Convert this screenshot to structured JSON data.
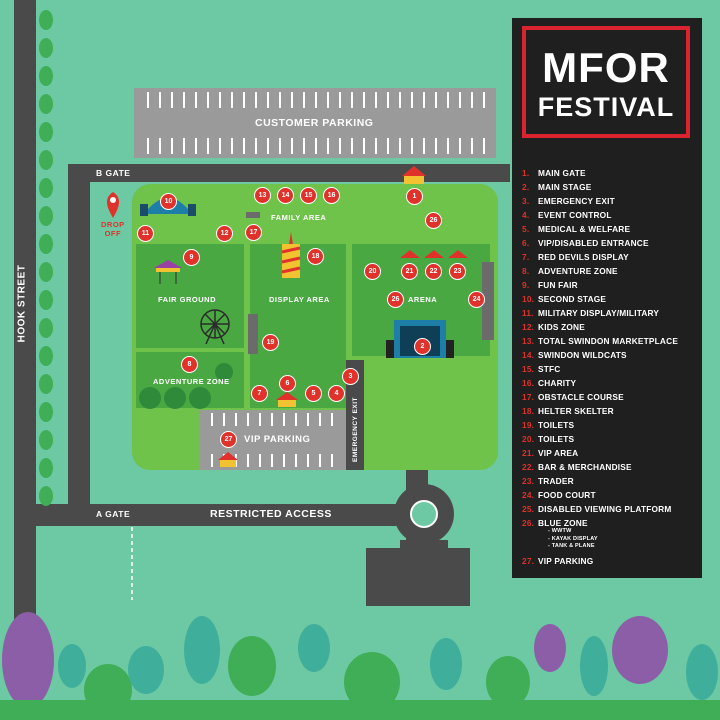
{
  "map": {
    "labels": {
      "hook_street": "HOOK STREET",
      "customer_parking": "CUSTOMER PARKING",
      "b_gate": "B GATE",
      "a_gate": "A GATE",
      "restricted_access": "RESTRICTED ACCESS",
      "drop_off": "DROP\nOFF",
      "family_area": "FAMILY AREA",
      "fair_ground": "FAIR GROUND",
      "display_area": "DISPLAY AREA",
      "arena": "ARENA",
      "adventure_zone": "ADVENTURE ZONE",
      "vip_parking": "VIP PARKING",
      "emergency_exit": "EMERGENCY EXIT"
    },
    "markers": [
      "1",
      "2",
      "3",
      "4",
      "5",
      "6",
      "7",
      "8",
      "9",
      "10",
      "11",
      "12",
      "13",
      "14",
      "15",
      "16",
      "17",
      "18",
      "19",
      "20",
      "21",
      "22",
      "23",
      "24",
      "26",
      "26",
      "27"
    ]
  },
  "legend": {
    "logo_line1": "MFOR",
    "logo_line2": "FESTIVAL",
    "items": [
      {
        "num": "1.",
        "label": "MAIN GATE"
      },
      {
        "num": "2.",
        "label": "MAIN STAGE"
      },
      {
        "num": "3.",
        "label": "EMERGENCY EXIT"
      },
      {
        "num": "4.",
        "label": "EVENT CONTROL"
      },
      {
        "num": "5.",
        "label": "MEDICAL & WELFARE"
      },
      {
        "num": "6.",
        "label": "VIP/DISABLED ENTRANCE"
      },
      {
        "num": "7.",
        "label": "RED DEVILS DISPLAY"
      },
      {
        "num": "8.",
        "label": "ADVENTURE ZONE"
      },
      {
        "num": "9.",
        "label": "FUN FAIR"
      },
      {
        "num": "10.",
        "label": "SECOND STAGE"
      },
      {
        "num": "11.",
        "label": "MILITARY DISPLAY/MILITARY"
      },
      {
        "num": "12.",
        "label": "KIDS ZONE"
      },
      {
        "num": "13.",
        "label": "TOTAL SWINDON MARKETPLACE"
      },
      {
        "num": "14.",
        "label": "SWINDON WILDCATS"
      },
      {
        "num": "15.",
        "label": "STFC"
      },
      {
        "num": "16.",
        "label": "CHARITY"
      },
      {
        "num": "17.",
        "label": "OBSTACLE COURSE"
      },
      {
        "num": "18.",
        "label": "HELTER SKELTER"
      },
      {
        "num": "19.",
        "label": "TOILETS"
      },
      {
        "num": "20.",
        "label": "TOILETS"
      },
      {
        "num": "21.",
        "label": "VIP AREA"
      },
      {
        "num": "22.",
        "label": "BAR & MERCHANDISE"
      },
      {
        "num": "23.",
        "label": "TRADER"
      },
      {
        "num": "24.",
        "label": "FOOD COURT"
      },
      {
        "num": "25.",
        "label": "DISABLED VIEWING PLATFORM"
      },
      {
        "num": "26.",
        "label": "BLUE ZONE",
        "subs": [
          "- WWTW",
          "- KAYAK DISPLAY",
          "- TANK & PLANE"
        ]
      },
      {
        "num": "27.",
        "label": "VIP PARKING"
      }
    ]
  },
  "colors": {
    "background": "#6cc9a3",
    "grass": "#6fc24a",
    "zone": "#4aa843",
    "road": "#4a4a4a",
    "parking": "#9a9a9a",
    "marker": "#e0312b",
    "legend_bg": "#1f1f1f",
    "logo_border": "#d9232e"
  }
}
